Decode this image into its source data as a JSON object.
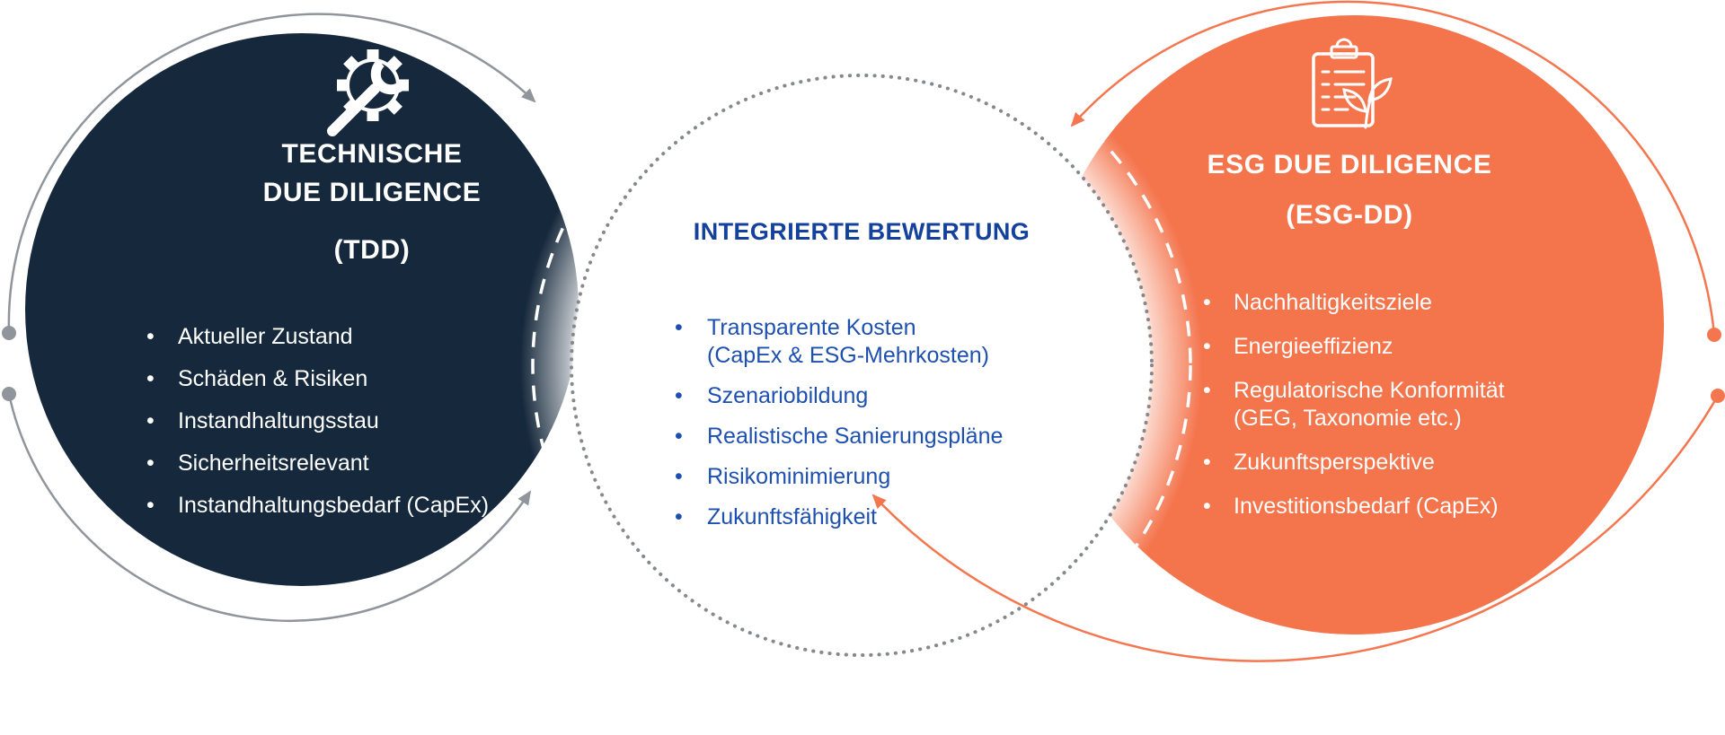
{
  "diagram": {
    "left_circle": {
      "title_line1": "TECHNISCHE",
      "title_line2": "DUE DILIGENCE",
      "subtitle": "(TDD)",
      "icon": "gear-wrench-icon",
      "color": "#16293C",
      "items": [
        "Aktueller Zustand",
        "Schäden & Risiken",
        "Instandhaltungsstau",
        "Sicherheitsrelevant",
        "Instandhaltungsbedarf (CapEx)"
      ]
    },
    "center_circle": {
      "title": "INTEGRIERTE BEWERTUNG",
      "title_color": "#14419B",
      "text_color": "#1E50B0",
      "border_style": "dotted-gray",
      "items": [
        "Transparente Kosten\n(CapEx & ESG-Mehrkosten)",
        "Szenariobildung",
        "Realistische Sanierungspläne",
        "Risikominimierung",
        "Zukunftsfähigkeit"
      ]
    },
    "right_circle": {
      "title_line1": "ESG DUE DILIGENCE",
      "subtitle": "(ESG-DD)",
      "icon": "clipboard-leaf-icon",
      "color": "#F4744C",
      "items": [
        "Nachhaltigkeitsziele",
        "Energieeffizienz",
        "Regulatorische Konformität\n(GEG, Taxonomie etc.)",
        "Zukunftsperspektive",
        "Investitionsbedarf (CapEx)"
      ]
    },
    "decoration": {
      "left_arc_color": "#8F959B",
      "right_arc_color": "#F4764F",
      "dashed_ring_color": "#FFFFFF",
      "dotted_border_color": "#85898D"
    }
  }
}
